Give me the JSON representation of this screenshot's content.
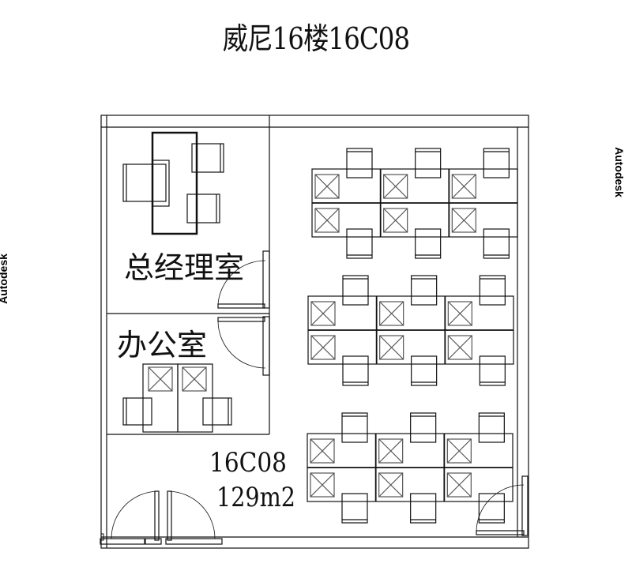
{
  "title": "威尼16楼16C08",
  "watermarks": {
    "left": "Autodesk",
    "right": "Autodesk"
  },
  "plan": {
    "unit_id": "16C08",
    "area": "129m2",
    "rooms": [
      {
        "id": "gm-office",
        "label": "总经理室"
      },
      {
        "id": "office",
        "label": "办公室"
      },
      {
        "id": "open-office",
        "label": ""
      }
    ]
  },
  "colors": {
    "line": "#111111",
    "grey": "#777777",
    "bg": "#ffffff"
  }
}
